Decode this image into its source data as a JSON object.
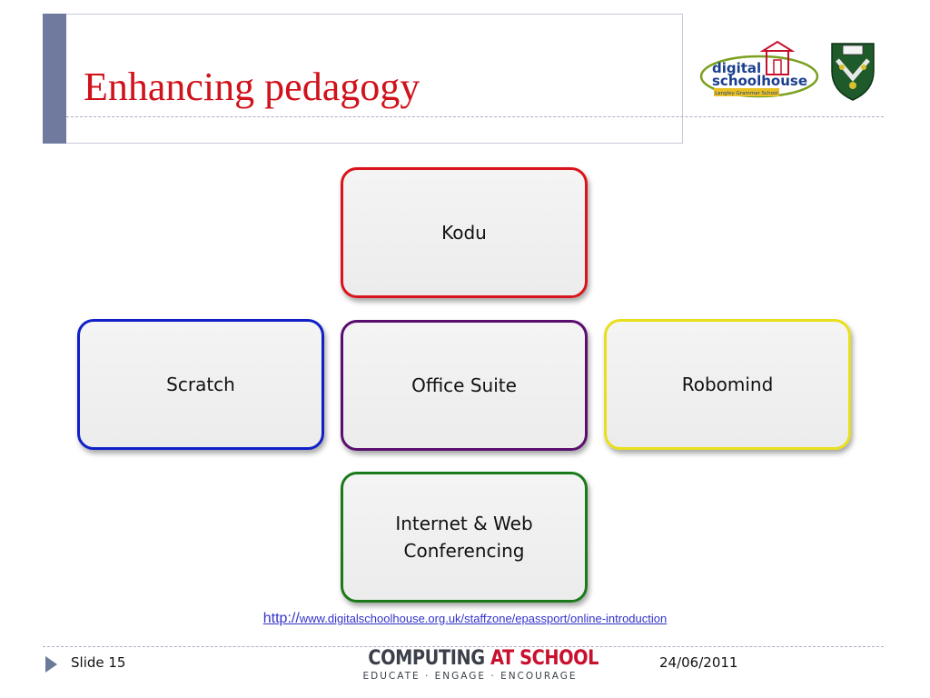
{
  "slide": {
    "title": "Enhancing pedagogy",
    "boxes": [
      {
        "id": "kodu",
        "label": "Kodu",
        "border": "#d9141c"
      },
      {
        "id": "scratch",
        "label": "Scratch",
        "border": "#1020c8"
      },
      {
        "id": "office-suite",
        "label": "Office Suite",
        "border": "#5a0e6e"
      },
      {
        "id": "robomind",
        "label": "Robomind",
        "border": "#e8e01a"
      },
      {
        "id": "internet",
        "label": "Internet & Web\nConferencing",
        "border": "#1a7a1a"
      }
    ],
    "link": {
      "protocol": "http://",
      "rest": "www.digitalschoolhouse.org.uk/staffzone/epassport/online-introduction"
    }
  },
  "logos": {
    "dsh": {
      "line1": "digital",
      "line2": "schoolhouse",
      "line3": "Langley Grammar School"
    }
  },
  "footer": {
    "slide_number": "Slide 15",
    "date": "24/06/2011",
    "cas_word1": "COMPUTING",
    "cas_word2": "AT SCHOOL",
    "cas_tagline": "EDUCATE · ENGAGE · ENCOURAGE"
  }
}
